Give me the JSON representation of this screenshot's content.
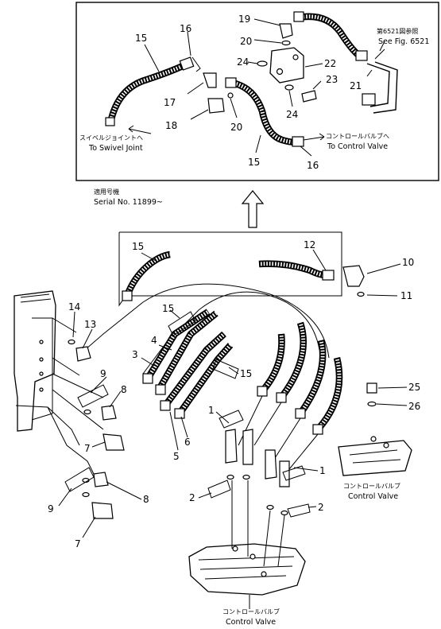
{
  "serial": {
    "jp": "適用号機",
    "text": "Serial No. 11899~"
  },
  "callouts": {
    "see_fig_jp": "第6521図参照",
    "see_fig": "See Fig. 6521",
    "swivel_jp": "スイベルジョイントへ",
    "swivel": "To Swivel Joint",
    "control_valve_to_jp": "コントロールバルブへ",
    "control_valve_to": "To Control Valve",
    "control_valve_jp": "コントロールバルブ",
    "control_valve": "Control Valve"
  },
  "part_numbers": {
    "detail": [
      "19",
      "16",
      "15",
      "20",
      "24",
      "22",
      "21",
      "23",
      "17",
      "24",
      "18",
      "20",
      "15",
      "16"
    ],
    "main": [
      "15",
      "12",
      "10",
      "11",
      "14",
      "13",
      "15",
      "4",
      "3",
      "15",
      "9",
      "8",
      "1",
      "7",
      "5",
      "6",
      "25",
      "26",
      "1",
      "2",
      "9",
      "8",
      "2",
      "7"
    ]
  }
}
